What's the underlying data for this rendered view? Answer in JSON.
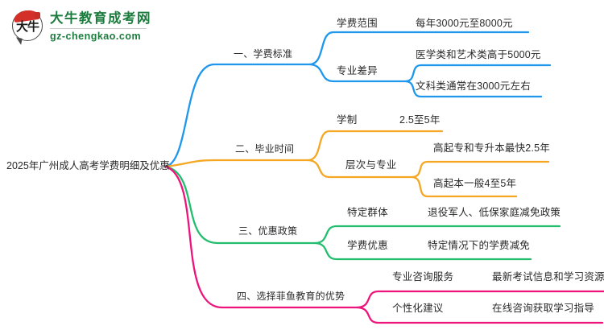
{
  "colors": {
    "blue": "#1E97EC",
    "orange": "#F5A623",
    "green": "#22BE6E",
    "pink": "#ED147B",
    "brand_green": "#1B7C3D",
    "text": "#2A2A2A"
  },
  "logo": {
    "icon_text": "大牛",
    "title": "大牛教育成考网",
    "domain": "gz-chengkao.com"
  },
  "mindmap": {
    "root": "2025年广州成人高考学费明细及优惠",
    "branches": [
      {
        "label": "一、学费标准",
        "color": "#1E97EC",
        "children": [
          {
            "label": "学费范围",
            "value": "每年3000元至8000元"
          },
          {
            "label": "专业差异",
            "children": [
              {
                "value": "医学类和艺术类高于5000元"
              },
              {
                "value": "文科类通常在3000元左右"
              }
            ]
          }
        ]
      },
      {
        "label": "二、毕业时间",
        "color": "#F5A623",
        "children": [
          {
            "label": "学制",
            "value": "2.5至5年"
          },
          {
            "label": "层次与专业",
            "children": [
              {
                "value": "高起专和专升本最快2.5年"
              },
              {
                "value": "高起本一般4至5年"
              }
            ]
          }
        ]
      },
      {
        "label": "三、优惠政策",
        "color": "#22BE6E",
        "children": [
          {
            "label": "特定群体",
            "value": "退役军人、低保家庭减免政策"
          },
          {
            "label": "学费优惠",
            "value": "特定情况下的学费减免"
          }
        ]
      },
      {
        "label": "四、选择菲鱼教育的优势",
        "color": "#ED147B",
        "children": [
          {
            "label": "专业咨询服务",
            "value": "最新考试信息和学习资源"
          },
          {
            "label": "个性化建议",
            "value": "在线咨询获取学习指导"
          }
        ]
      }
    ]
  }
}
